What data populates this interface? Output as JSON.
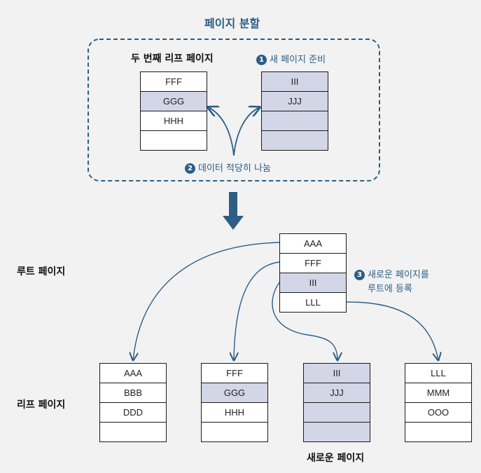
{
  "title": "페이지 분할",
  "split_box": {
    "old_leaf_label": "두 번째 리프 페이지",
    "new_page_label": {
      "num": "1",
      "text": "새 페이지 준비"
    },
    "distribute_label": {
      "num": "2",
      "text": "데이터 적당히 나눔"
    },
    "old_leaf_cells": [
      "FFF",
      "GGG",
      "HHH",
      ""
    ],
    "new_page_cells": [
      "III",
      "JJJ",
      "",
      ""
    ]
  },
  "root": {
    "label": "루트 페이지",
    "cells": [
      "AAA",
      "FFF",
      "III",
      "LLL"
    ],
    "register_label": {
      "num": "3",
      "line1": "새로운 페이지를",
      "line2": "루트에 등록"
    }
  },
  "leaves": {
    "label": "리프 페이지",
    "pages": [
      {
        "cells": [
          "AAA",
          "BBB",
          "DDD",
          ""
        ]
      },
      {
        "cells": [
          "FFF",
          "GGG",
          "HHH",
          ""
        ]
      },
      {
        "cells": [
          "III",
          "JJJ",
          "",
          ""
        ]
      },
      {
        "cells": [
          "LLL",
          "MMM",
          "OOO",
          ""
        ]
      }
    ],
    "new_page_caption": "새로운 페이지"
  },
  "colors": {
    "accent": "#2c5e86",
    "highlight": "#d3d6e6",
    "background": "#f2f2f2",
    "outline": "#1a1a1a"
  }
}
